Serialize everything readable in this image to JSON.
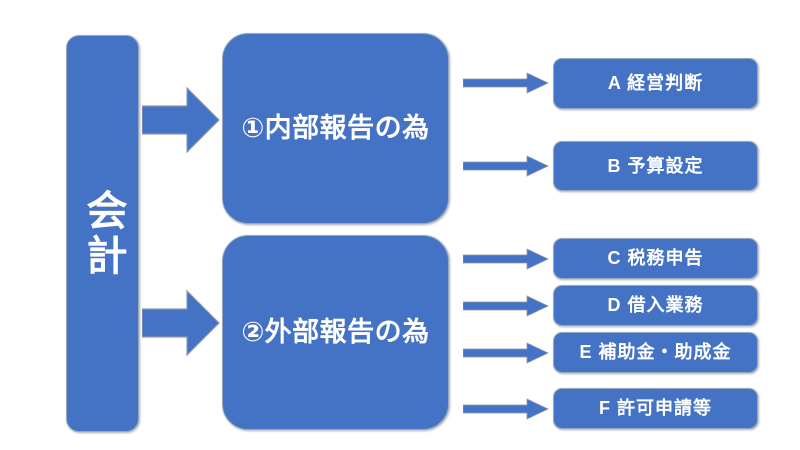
{
  "diagram": {
    "type": "tree-flow",
    "direction": "left-to-right",
    "background_color": "#FFFFFF",
    "accent_color": "#4472C4",
    "text_color": "#FFFFFF",
    "outline_color": "#9AA7BD",
    "root": {
      "label": "会計",
      "orientation": "vertical"
    },
    "branches": [
      {
        "id": "branch-1",
        "label": "①内部報告の為",
        "leaves": [
          {
            "id": "leaf-a",
            "label": "A 経営判断"
          },
          {
            "id": "leaf-b",
            "label": "B 予算設定"
          }
        ]
      },
      {
        "id": "branch-2",
        "label": "②外部報告の為",
        "leaves": [
          {
            "id": "leaf-c",
            "label": "C 税務申告"
          },
          {
            "id": "leaf-d",
            "label": "D 借入業務"
          },
          {
            "id": "leaf-e",
            "label": "E 補助金・助成金"
          },
          {
            "id": "leaf-f",
            "label": "F 許可申請等"
          }
        ]
      }
    ],
    "connectors": {
      "root_to_branch": {
        "style": "block-arrow",
        "count": 2,
        "icon": "right-block-arrow-icon"
      },
      "branch_to_leaf": {
        "style": "thin-arrow",
        "count": 6,
        "icon": "right-arrow-icon"
      }
    }
  }
}
